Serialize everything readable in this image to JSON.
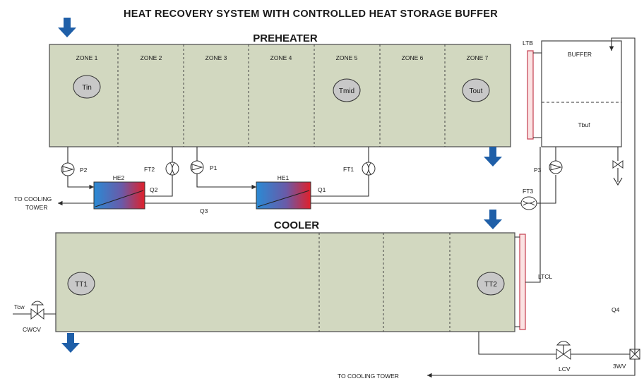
{
  "title": "HEAT RECOVERY SYSTEM WITH CONTROLLED HEAT STORAGE BUFFER",
  "preheater": {
    "label": "PREHEATER",
    "zones": [
      "ZONE 1",
      "ZONE 2",
      "ZONE 3",
      "ZONE 4",
      "ZONE 5",
      "ZONE 6",
      "ZONE 7"
    ],
    "sensors": [
      "Tin",
      "Tmid",
      "Tout"
    ]
  },
  "cooler": {
    "label": "COOLER",
    "sensors": [
      "TT1",
      "TT2"
    ],
    "level_transmitter": "LTCL"
  },
  "buffer": {
    "label": "BUFFER",
    "temperature": "Tbuf",
    "level_transmitter": "LTB"
  },
  "pumps": [
    "P2",
    "P1",
    "P3"
  ],
  "flow_transmitters": [
    "FT2",
    "FT1",
    "FT3"
  ],
  "heat_exchangers": [
    "HE2",
    "HE1"
  ],
  "flows": [
    "Q2",
    "Q1",
    "Q3",
    "Q4"
  ],
  "valves": {
    "cwcv": "CWCV",
    "tcw": "Tcw",
    "lcv": "LCV",
    "three_way": "3WV"
  },
  "outlets": {
    "upper": [
      "TO COOLING",
      "TOWER"
    ],
    "lower": "TO COOLING TOWER"
  },
  "colors": {
    "tank_fill": "#d2d8c0",
    "flow_arrow": "#1f5fa8",
    "exchanger_hot": "#e0202a",
    "exchanger_cold": "#2a8ad4",
    "level_gauge": "#c84a5a"
  }
}
